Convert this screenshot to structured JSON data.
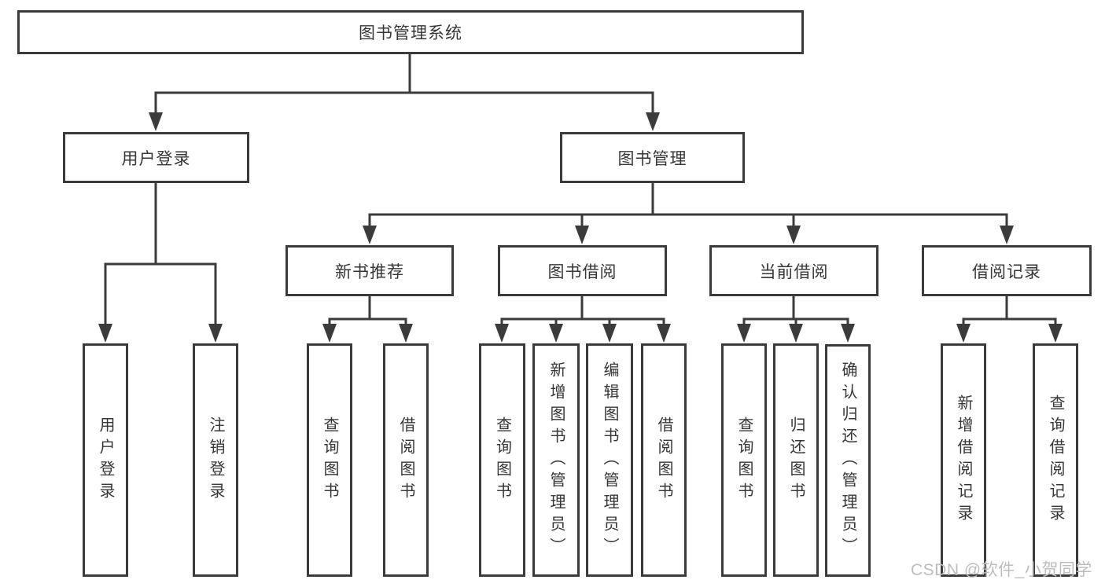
{
  "diagram_title": "图书管理系统",
  "tree": {
    "label": "图书管理系统",
    "children": [
      {
        "label": "用户登录",
        "children": [
          {
            "label": "用户登录"
          },
          {
            "label": "注销登录"
          }
        ]
      },
      {
        "label": "图书管理",
        "children": [
          {
            "label": "新书推荐",
            "children": [
              {
                "label": "查询图书"
              },
              {
                "label": "借阅图书"
              }
            ]
          },
          {
            "label": "图书借阅",
            "children": [
              {
                "label": "查询图书"
              },
              {
                "label": "新增图书（管理员）"
              },
              {
                "label": "编辑图书（管理员）"
              },
              {
                "label": "借阅图书"
              }
            ]
          },
          {
            "label": "当前借阅",
            "children": [
              {
                "label": "查询图书"
              },
              {
                "label": "归还图书"
              },
              {
                "label": "确认归还（管理员）"
              }
            ]
          },
          {
            "label": "借阅记录",
            "children": [
              {
                "label": "新增借阅记录"
              },
              {
                "label": "查询借阅记录"
              }
            ]
          }
        ]
      }
    ]
  },
  "watermark": {
    "text": "CSDN @软件_小贺同学",
    "color": "#bdbdbd"
  },
  "colors": {
    "line": "#3b3b3b",
    "box_border": "#3b3b3b",
    "text": "#363636",
    "background": "#ffffff"
  }
}
